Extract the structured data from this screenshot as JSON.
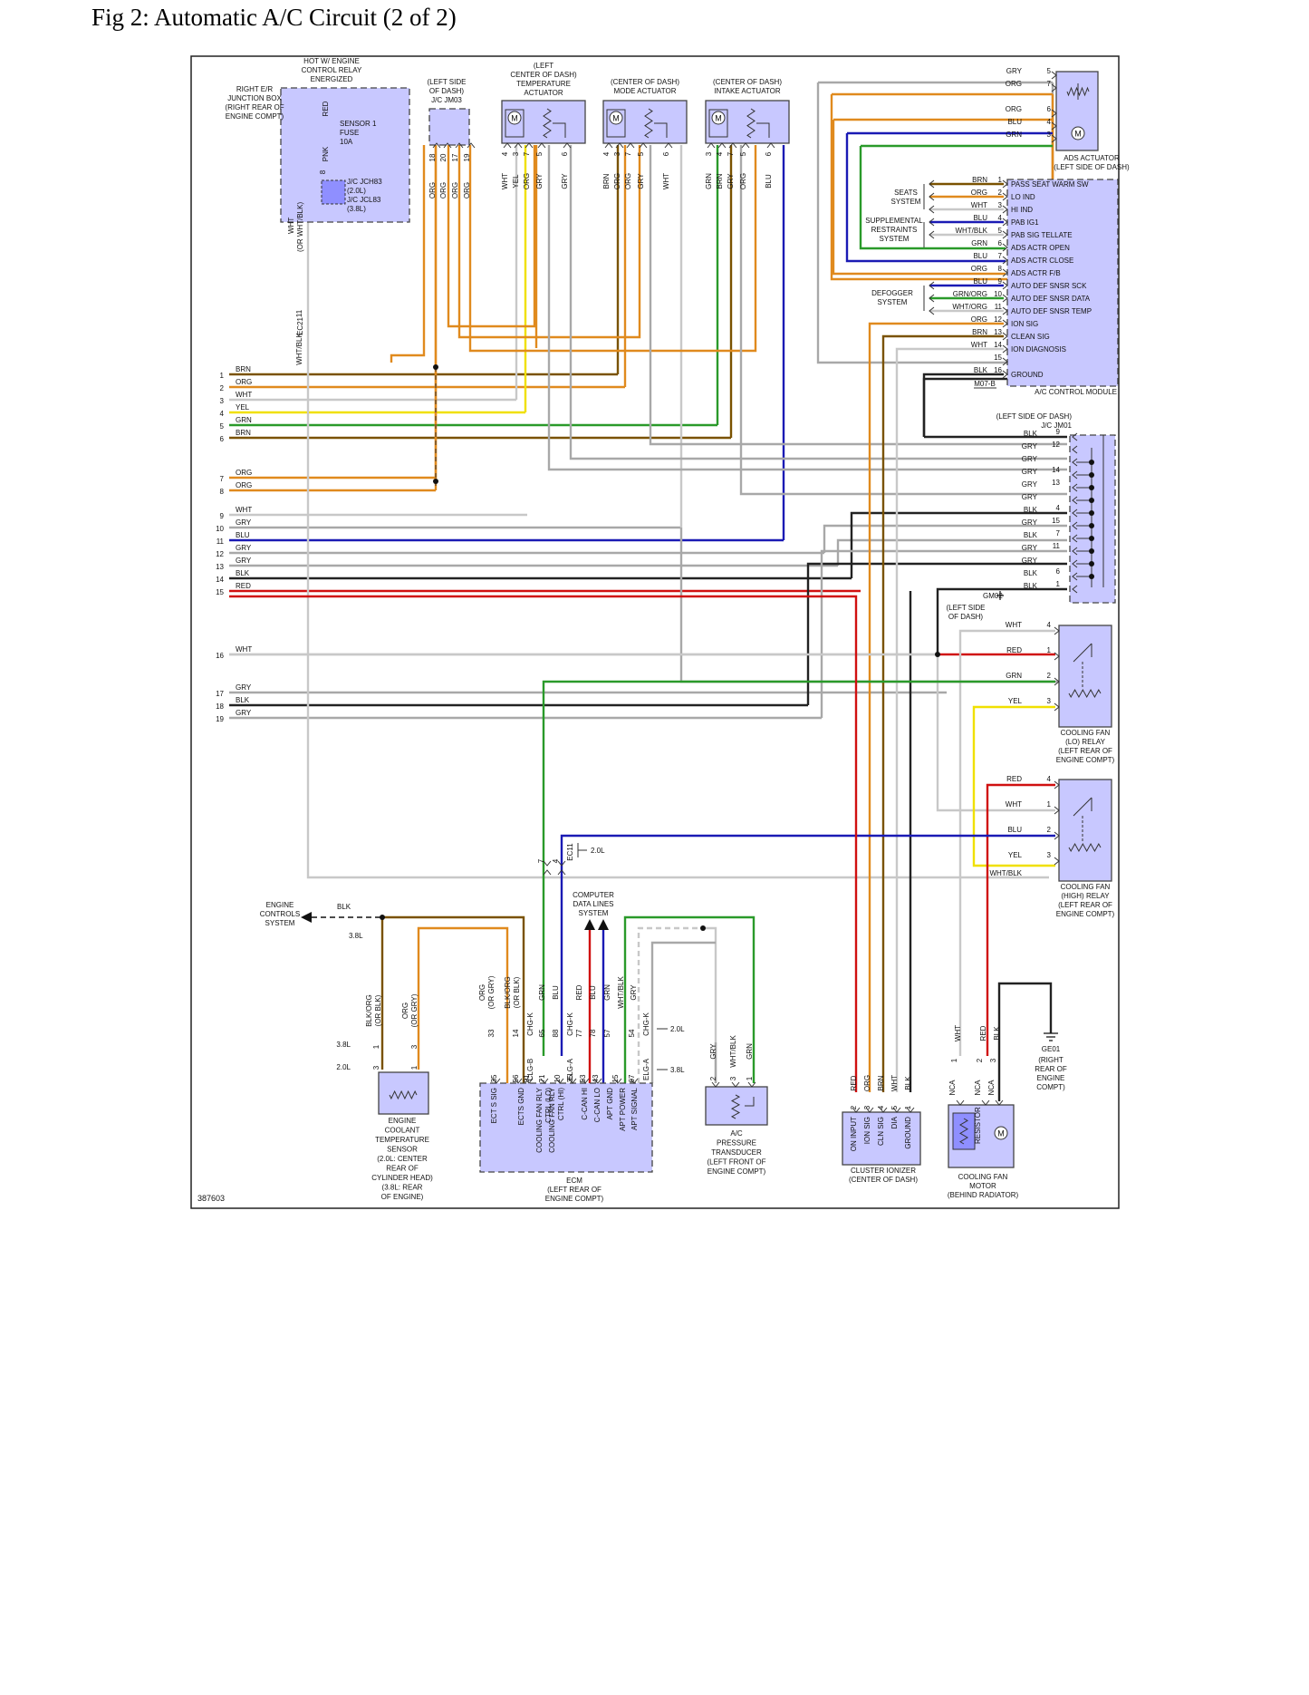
{
  "title": "Fig 2: Automatic A/C Circuit (2 of 2)",
  "figure_id": "387603",
  "colors": {
    "BRN": "#7a5200",
    "ORG": "#e08a1e",
    "WHT": "#c8c8c8",
    "YEL": "#f0e000",
    "GRN": "#2a9a2a",
    "GRY": "#a8a8a8",
    "BLU": "#1a1ab4",
    "BLK": "#222222",
    "RED": "#d01010",
    "PNK": "#e890b0",
    "connector_fill": "#c8c8ff"
  },
  "left_bus": [
    {
      "n": "1",
      "c": "BRN"
    },
    {
      "n": "2",
      "c": "ORG"
    },
    {
      "n": "3",
      "c": "WHT"
    },
    {
      "n": "4",
      "c": "YEL"
    },
    {
      "n": "5",
      "c": "GRN"
    },
    {
      "n": "6",
      "c": "BRN"
    },
    {
      "n": "7",
      "c": "ORG"
    },
    {
      "n": "8",
      "c": "ORG"
    },
    {
      "n": "9",
      "c": "WHT"
    },
    {
      "n": "10",
      "c": "GRY"
    },
    {
      "n": "11",
      "c": "BLU"
    },
    {
      "n": "12",
      "c": "GRY"
    },
    {
      "n": "13",
      "c": "GRY"
    },
    {
      "n": "14",
      "c": "BLK"
    },
    {
      "n": "15",
      "c": "RED"
    },
    {
      "n": "16",
      "c": "WHT"
    },
    {
      "n": "17",
      "c": "GRY"
    },
    {
      "n": "18",
      "c": "BLK"
    },
    {
      "n": "19",
      "c": "GRY"
    }
  ],
  "junction_box": {
    "label": [
      "RIGHT E/R",
      "JUNCTION BOX",
      "(RIGHT REAR OF",
      "ENGINE COMPT)"
    ],
    "relay": [
      "HOT W/ ENGINE",
      "CONTROL RELAY",
      "ENERGIZED"
    ],
    "fuse": [
      "SENSOR 1",
      "FUSE",
      "10A"
    ],
    "jc": [
      "J/C JCH83",
      "(2.0L)",
      "J/C JCL83",
      "(3.8L)"
    ],
    "wire_red": "RED",
    "wire_pnk": "PNK",
    "pin": "8",
    "out_wire": [
      "WHT",
      "(OR WHT/BLK)"
    ],
    "ec21": "EC21",
    "ec21_pin": "11",
    "ec21_wire": "WHT/BLK"
  },
  "jm03": {
    "label": [
      "(LEFT SIDE",
      "OF DASH)",
      "J/C JM03"
    ],
    "pins": [
      "18",
      "20",
      "17",
      "19"
    ],
    "wires": [
      "ORG",
      "ORG",
      "ORG",
      "ORG"
    ]
  },
  "temp_actuator": {
    "label": [
      "(LEFT",
      "CENTER OF DASH)",
      "TEMPERATURE",
      "ACTUATOR"
    ],
    "pins": [
      "4",
      "3",
      "7",
      "5",
      "6"
    ],
    "wires": [
      "WHT",
      "YEL",
      "ORG",
      "GRY",
      "GRY"
    ]
  },
  "mode_actuator": {
    "label": [
      "(CENTER OF DASH)",
      "MODE ACTUATOR"
    ],
    "pins": [
      "4",
      "3",
      "7",
      "5",
      "6"
    ],
    "wires": [
      "BRN",
      "ORG",
      "ORG",
      "GRY",
      "WHT"
    ]
  },
  "intake_actuator": {
    "label": [
      "(CENTER OF DASH)",
      "INTAKE ACTUATOR"
    ],
    "pins": [
      "3",
      "4",
      "7",
      "5",
      "6"
    ],
    "wires": [
      "GRN",
      "BRN",
      "GRY",
      "ORG",
      "BLU"
    ]
  },
  "ads_actuator": {
    "label": [
      "ADS ACTUATOR",
      "(LEFT SIDE OF DASH)"
    ],
    "pins": [
      {
        "c": "GRY",
        "n": "5"
      },
      {
        "c": "ORG",
        "n": "7"
      },
      {
        "c": "ORG",
        "n": "6"
      },
      {
        "c": "BLU",
        "n": "4"
      },
      {
        "c": "GRN",
        "n": "3"
      }
    ]
  },
  "ac_module": {
    "label": "A/C CONTROL MODULE",
    "ref": "M07-B",
    "pins": [
      {
        "c": "BRN",
        "n": "1",
        "s": "PASS SEAT WARM SW"
      },
      {
        "c": "ORG",
        "n": "2",
        "s": "LO IND"
      },
      {
        "c": "WHT",
        "n": "3",
        "s": "HI IND"
      },
      {
        "c": "BLU",
        "n": "4",
        "s": "PAB IG1"
      },
      {
        "c": "WHT/BLK",
        "n": "5",
        "s": "PAB SIG TELLATE"
      },
      {
        "c": "GRN",
        "n": "6",
        "s": "ADS ACTR OPEN"
      },
      {
        "c": "BLU",
        "n": "7",
        "s": "ADS ACTR CLOSE"
      },
      {
        "c": "ORG",
        "n": "8",
        "s": "ADS ACTR F/B"
      },
      {
        "c": "BLU",
        "n": "9",
        "s": "AUTO DEF SNSR SCK"
      },
      {
        "c": "GRN/ORG",
        "n": "10",
        "s": "AUTO DEF SNSR DATA"
      },
      {
        "c": "WHT/ORG",
        "n": "11",
        "s": "AUTO DEF SNSR TEMP"
      },
      {
        "c": "ORG",
        "n": "12",
        "s": "ION SIG"
      },
      {
        "c": "BRN",
        "n": "13",
        "s": "CLEAN SIG"
      },
      {
        "c": "WHT",
        "n": "14",
        "s": "ION DIAGNOSIS"
      },
      {
        "c": "",
        "n": "15",
        "s": ""
      },
      {
        "c": "BLK",
        "n": "16",
        "s": "GROUND"
      }
    ]
  },
  "side_systems": {
    "seats": [
      "SEATS",
      "SYSTEM"
    ],
    "srs": [
      "SUPPLEMENTAL",
      "RESTRAINTS",
      "SYSTEM"
    ],
    "defogger": [
      "DEFOGGER",
      "SYSTEM"
    ]
  },
  "jm01": {
    "label": [
      "(LEFT SIDE OF DASH)",
      "J/C JM01"
    ],
    "pins": [
      {
        "c": "BLK",
        "n": "9"
      },
      {
        "c": "GRY",
        "n": "12"
      },
      {
        "c": "GRY",
        "n": ""
      },
      {
        "c": "GRY",
        "n": "14"
      },
      {
        "c": "GRY",
        "n": "13"
      },
      {
        "c": "GRY",
        "n": ""
      },
      {
        "c": "BLK",
        "n": "4"
      },
      {
        "c": "GRY",
        "n": "15"
      },
      {
        "c": "BLK",
        "n": "7"
      },
      {
        "c": "GRY",
        "n": "11"
      },
      {
        "c": "GRY",
        "n": ""
      },
      {
        "c": "BLK",
        "n": "6"
      },
      {
        "c": "BLK",
        "n": "1"
      }
    ]
  },
  "gm02": {
    "id": "GM02",
    "label": [
      "(LEFT SIDE",
      "OF DASH)"
    ]
  },
  "lo_relay": {
    "label": [
      "COOLING FAN",
      "(LO) RELAY",
      "(LEFT REAR OF",
      "ENGINE COMPT)"
    ],
    "pins": [
      {
        "c": "WHT",
        "n": "4"
      },
      {
        "c": "RED",
        "n": "1"
      },
      {
        "c": "GRN",
        "n": "2"
      },
      {
        "c": "YEL",
        "n": "3"
      }
    ]
  },
  "hi_relay": {
    "label": [
      "COOLING FAN",
      "(HIGH) RELAY",
      "(LEFT REAR OF",
      "ENGINE COMPT)"
    ],
    "pins": [
      {
        "c": "RED",
        "n": "4"
      },
      {
        "c": "WHT",
        "n": "1"
      },
      {
        "c": "BLU",
        "n": "2"
      },
      {
        "c": "YEL",
        "n": "3"
      },
      {
        "c": "WHT/BLK",
        "n": ""
      }
    ]
  },
  "ec11": {
    "id": "EC11",
    "pins": [
      "7",
      "4"
    ],
    "note": "2.0L"
  },
  "engine_controls": {
    "label": [
      "ENGINE",
      "CONTROLS",
      "SYSTEM"
    ],
    "wire": "BLK",
    "variant": "3.8L"
  },
  "ect_sensor": {
    "label": [
      "ENGINE",
      "COOLANT",
      "TEMPERATURE",
      "SENSOR",
      "(2.0L: CENTER",
      "REAR OF",
      "CYLINDER HEAD)",
      "(3.8L: REAR",
      "OF ENGINE)"
    ],
    "wires": [
      [
        "BLK/ORG",
        "(OR BLK)"
      ],
      [
        "ORG",
        "(OR GRY)"
      ]
    ],
    "pins38": [
      "1",
      "3"
    ],
    "pins20": [
      "3",
      "1"
    ],
    "v38": "3.8L",
    "v20": "2.0L"
  },
  "computer_data": {
    "label": [
      "COMPUTER",
      "DATA LINES",
      "SYSTEM"
    ]
  },
  "ecm": {
    "label": [
      "ECM",
      "(LEFT REAR OF",
      "ENGINE COMPT)"
    ],
    "wires_top": [
      [
        "ORG",
        "(OR GRY)"
      ],
      [
        "BLK/ORG",
        "(OR BLK)"
      ],
      "GRN",
      "BLU",
      "RED",
      "BLU",
      "GRN",
      "WHT/BLK",
      "GRY"
    ],
    "pins_top": [
      "33",
      "14",
      "65",
      "88",
      "77",
      "78",
      "57",
      "54"
    ],
    "chgk": [
      "CHG-K",
      "CHG-K",
      "CHG-K"
    ],
    "clgb": "CLG-B",
    "elga": [
      "ELG-A",
      "ELG-A"
    ],
    "pins_bot": [
      "35",
      "56",
      "91",
      "71",
      "10",
      "35",
      "53",
      "43",
      "15",
      "67"
    ],
    "signals": [
      "ECT S SIG",
      "ECTS GND",
      "COOLING FAN RLY CTRL (LO)",
      "COOLING FAN RLY CTRL (HI)",
      "C-CAN HI",
      "C-CAN LO",
      "APT GND",
      "APT POWER",
      "APT SIGNAL"
    ],
    "v20": "2.0L",
    "v38": "3.8L"
  },
  "pressure_transducer": {
    "label": [
      "A/C",
      "PRESSURE",
      "TRANSDUCER",
      "(LEFT FRONT OF",
      "ENGINE COMPT)"
    ],
    "wires": [
      "GRY",
      "WHT/BLK",
      "GRN"
    ],
    "pins": [
      "2",
      "3",
      "1"
    ]
  },
  "ionizer": {
    "label": [
      "CLUSTER IONIZER",
      "(CENTER OF DASH)"
    ],
    "wires": [
      "RED",
      "ORG",
      "BRN",
      "WHT",
      "BLK"
    ],
    "pins": [
      "2",
      "3",
      "4",
      "5",
      "1"
    ],
    "signals": [
      "ON INPUT",
      "ION SIG",
      "CLN SIG",
      "DIA",
      "GROUND"
    ]
  },
  "fan_motor": {
    "label": [
      "COOLING FAN",
      "MOTOR",
      "(BEHIND RADIATOR)"
    ],
    "wires": [
      "WHT",
      "RED",
      "BLK"
    ],
    "pins": [
      "1",
      "2",
      "3"
    ],
    "nca": "NCA",
    "resistor": "RESISTOR"
  },
  "ge01": {
    "id": "GE01",
    "label": [
      "(RIGHT",
      "REAR OF",
      "ENGINE",
      "COMPT)"
    ]
  }
}
